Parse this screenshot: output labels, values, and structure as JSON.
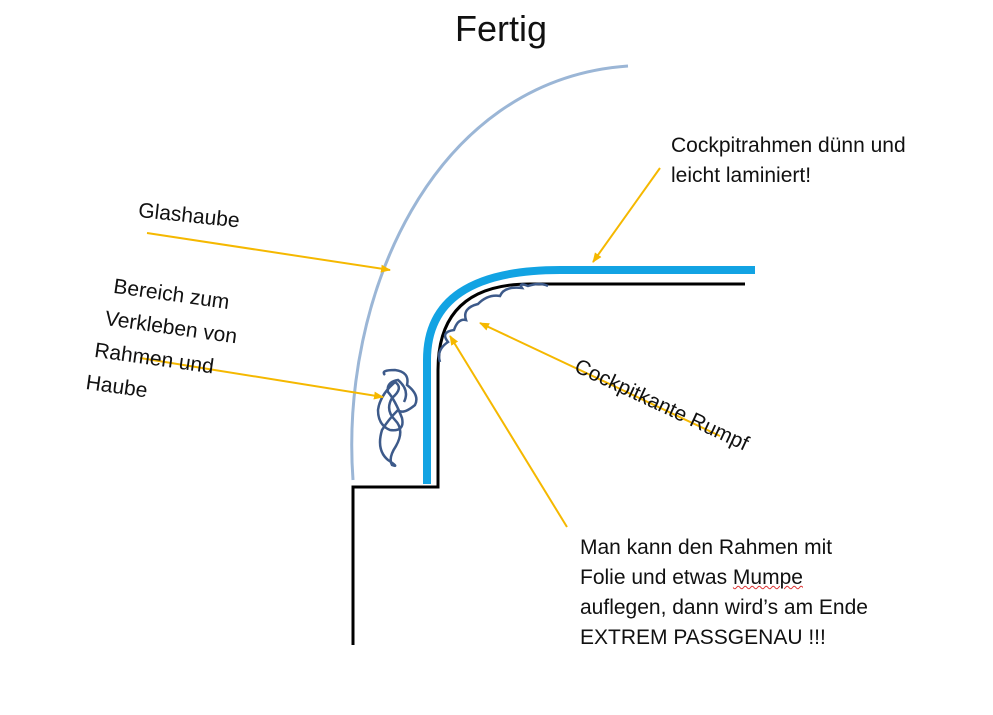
{
  "title": "Fertig",
  "labels": {
    "glashaube": "Glashaube",
    "bereich": [
      "Bereich zum",
      "Verkleben von",
      "Rahmen und",
      "Haube"
    ],
    "cockpitrahmen": [
      "Cockpitrahmen dünn und",
      "leicht laminiert!"
    ],
    "cockpitkante": "Cockpitkante Rumpf",
    "man_kann": [
      "Man kann den Rahmen mit",
      "Folie und etwas ",
      "Mumpe",
      "auflegen, dann wird’s am Ende",
      "EXTREM PASSGENAU !!!"
    ]
  },
  "colors": {
    "arrow": "#f5b800",
    "frame": "#12a3e3",
    "canopy": "#9bb6d6",
    "glue": "#3d5a8a",
    "hull": "#000000"
  }
}
